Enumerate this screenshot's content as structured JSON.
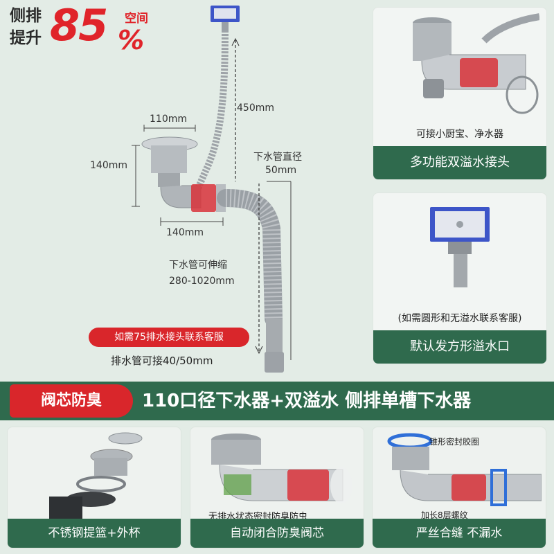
{
  "headline": {
    "line1": "侧排",
    "line2": "提升",
    "percent_number": "85",
    "percent_sign": "%",
    "space_label": "空间"
  },
  "dimensions": {
    "overflow_height": "450mm",
    "basket_width": "110mm",
    "basket_height": "140mm",
    "outlet_length": "140mm",
    "drain_pipe_diameter_label": "下水管直径",
    "drain_pipe_diameter": "50mm",
    "pipe_stretch_label": "下水管可伸缩",
    "pipe_stretch_range": "280-1020mm",
    "connect_note": "排水管可接40/50mm"
  },
  "notice_pill": "如需75排水接头联系客服",
  "right_cards": [
    {
      "sub": "可接小厨宝、净水器",
      "banner": "多功能双溢水接头"
    },
    {
      "sub": "(如需圆形和无溢水联系客服)",
      "banner": "默认发方形溢水口"
    }
  ],
  "midbar": {
    "tag": "阀芯防臭",
    "title": "110口径下水器+双溢水 侧排单槽下水器"
  },
  "bottom_cards": [
    {
      "banner": "不锈钢提篮+外杯"
    },
    {
      "caption": "无排水状态密封防臭防虫",
      "banner": "自动闭合防臭阀芯"
    },
    {
      "label_top": "锥形密封胶圈",
      "label_bottom": "加长8层螺纹",
      "banner": "严丝合缝 不漏水"
    }
  ],
  "colors": {
    "accent_red": "#e0242a",
    "brand_green": "#2f6a4d",
    "background": "#e3ece6"
  }
}
